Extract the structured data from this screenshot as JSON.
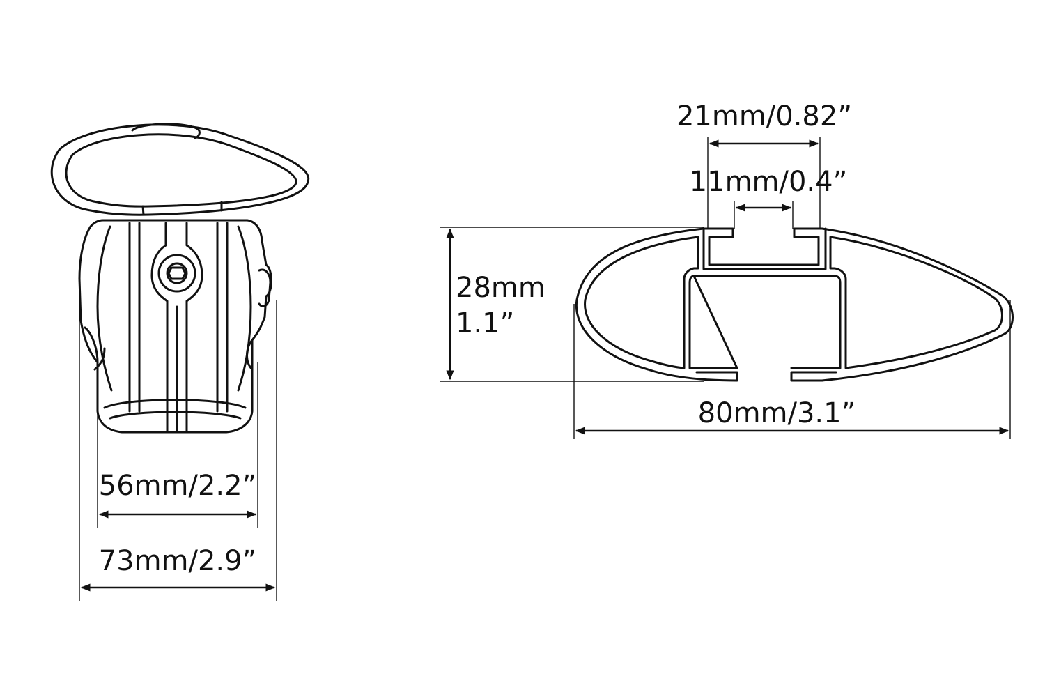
{
  "diagram": {
    "foot_view": {
      "inner_width_label": "56mm/2.2”",
      "outer_width_label": "73mm/2.9”"
    },
    "bar_profile": {
      "top_width_label": "21mm/0.82”",
      "slot_width_label": "11mm/0.4”",
      "height_label_line1": "28mm",
      "height_label_line2": "1.1”",
      "total_width_label": "80mm/3.1”"
    },
    "colors": {
      "line": "#111111",
      "background": "#ffffff"
    }
  }
}
